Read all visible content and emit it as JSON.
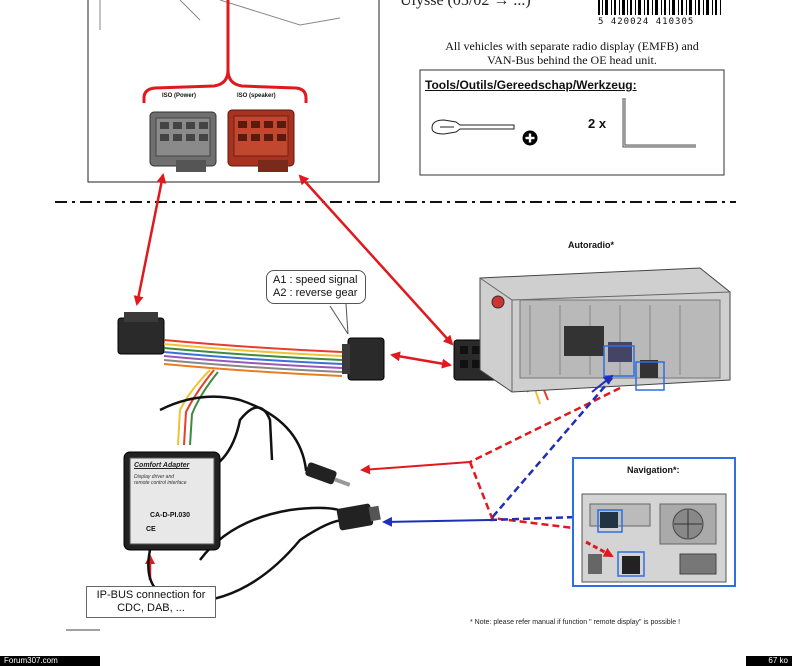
{
  "header": {
    "vehicle_fragment": "Ulysse (05/02 → ...)",
    "barcode_number": "5 420024 410305",
    "compat_note_line1": "All vehicles with separate radio display (EMFB) and",
    "compat_note_line2": "VAN-Bus behind the OE head unit."
  },
  "tools": {
    "title": "Tools/Outils/Gereedschap/Werkzeug:",
    "quantity": "2 x"
  },
  "connectors": {
    "iso_power": "ISO (Power)",
    "iso_speaker": "ISO (speaker)"
  },
  "callout": {
    "line1": "A1 : speed signal",
    "line2": "A2 : reverse gear"
  },
  "labels": {
    "autoradio": "Autoradio*",
    "navigation": "Navigation*:"
  },
  "adapter": {
    "title": "Comfort Adapter",
    "sub1": "Display driver and",
    "sub2": "remote control interface",
    "model": "CA-D-PI.030",
    "ce": "CE"
  },
  "ipbus": {
    "line1": "IP-BUS connection for",
    "line2": "CDC, DAB, ..."
  },
  "note": "* Note: please refer manual if function \" remote display\" is possible !",
  "footer": {
    "site": "Forum307.com",
    "size": "67 ko"
  },
  "colors": {
    "red_arrow": "#e0191f",
    "blue_arrow": "#1f2fb8",
    "iso_power_body": "#6f6f6f",
    "iso_speaker_body": "#a8321f"
  },
  "icons": [
    "screwdriver-icon",
    "phillips-tip-icon",
    "removal-key-icon"
  ]
}
